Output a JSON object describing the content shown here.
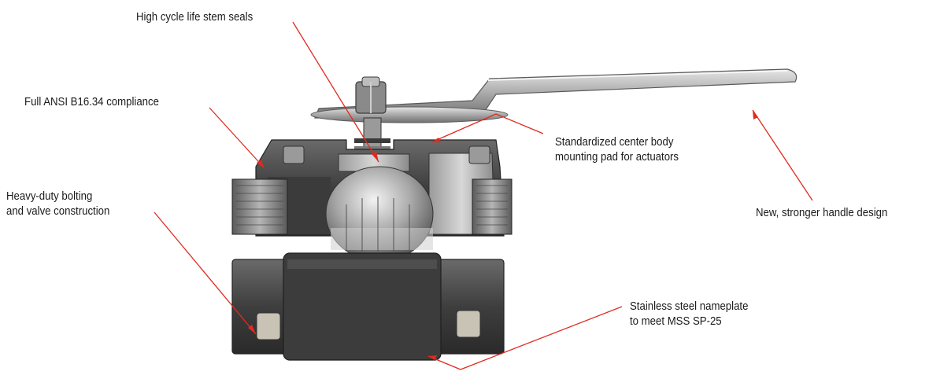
{
  "callouts": {
    "stem_seals": "High cycle life stem seals",
    "ansi": "Full ANSI B16.34 compliance",
    "mounting_pad": {
      "line1": "Standardized center body",
      "line2": "mounting pad for actuators"
    },
    "bolting": {
      "line1": "Heavy-duty bolting",
      "line2": "and valve construction"
    },
    "handle": "New, stronger handle design",
    "nameplate": {
      "line1": "Stainless steel nameplate",
      "line2": "to meet MSS SP-25"
    }
  },
  "colors": {
    "leader": "#e02b20",
    "metal_dark": "#3a3a3a",
    "metal_mid": "#7d7d7d",
    "metal_light": "#cfcfcf"
  }
}
